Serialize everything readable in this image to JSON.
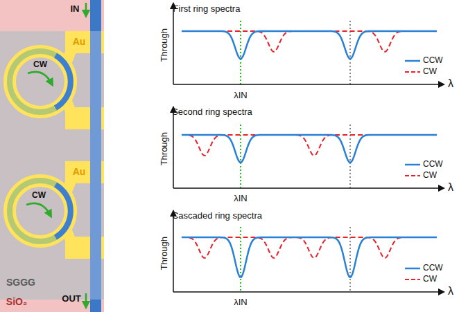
{
  "diagram": {
    "labels": [
      "IN",
      "CW",
      "Au",
      "CW",
      "Au",
      "SGGG",
      "SiO₂",
      "OUT",
      "First ring spectra",
      "Through",
      "λ",
      "λIN",
      "Second ring spectra",
      "Through",
      "λ",
      "λIN",
      "Cascaded ring spectra",
      "Through",
      "λ",
      "λIN"
    ],
    "legend": [
      {
        "text": "CCW"
      },
      {
        "text": "CW"
      },
      {
        "text": "CCW"
      },
      {
        "text": "CW"
      },
      {
        "text": "CCW"
      },
      {
        "text": "CW"
      }
    ]
  }
}
